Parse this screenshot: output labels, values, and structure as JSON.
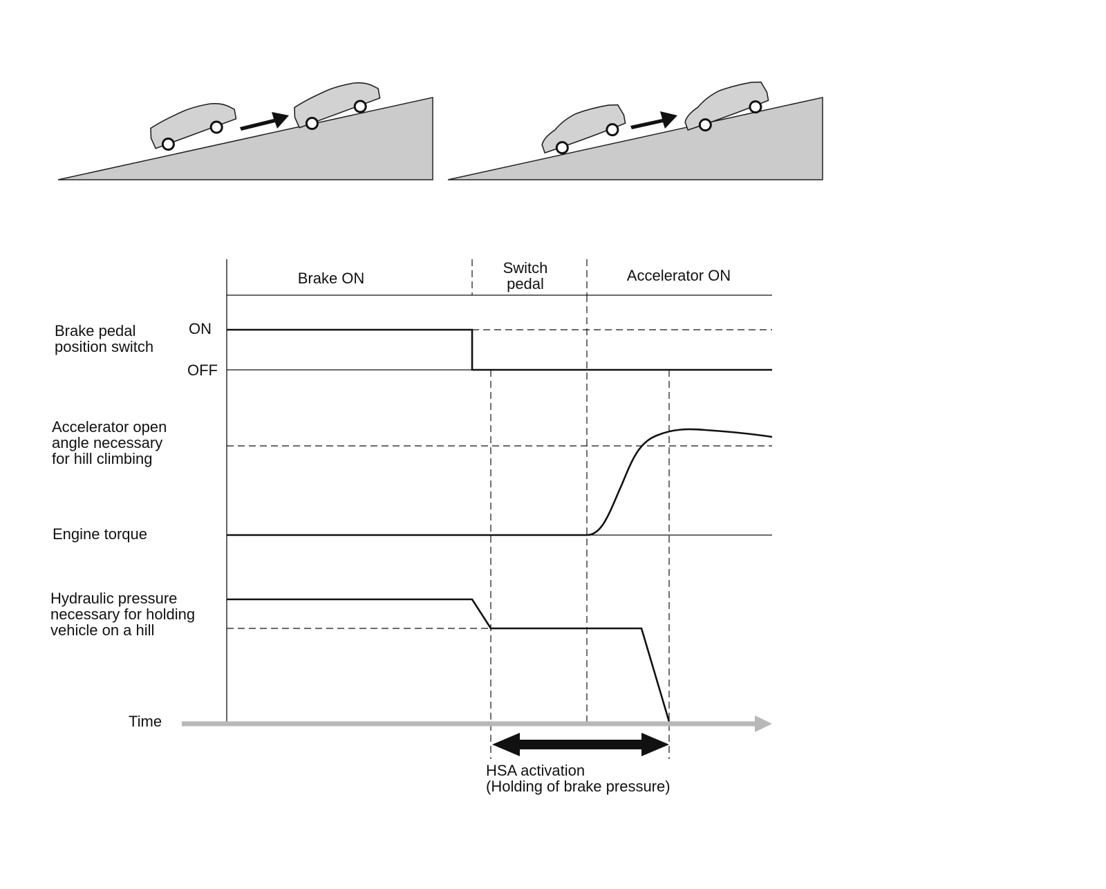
{
  "phases": {
    "brake_on": "Brake ON",
    "switch_pedal_line1": "Switch",
    "switch_pedal_line2": "pedal",
    "accelerator_on": "Accelerator ON"
  },
  "signals": {
    "brake_switch": {
      "line1": "Brake pedal",
      "line2": "position switch",
      "on_label": "ON",
      "off_label": "OFF"
    },
    "accel_angle": {
      "line1": "Accelerator open",
      "line2": "angle necessary",
      "line3": "for hill climbing"
    },
    "engine_torque": {
      "label": "Engine torque"
    },
    "hydraulic": {
      "line1": "Hydraulic pressure",
      "line2": "necessary for holding",
      "line3": "vehicle on a hill"
    }
  },
  "time_axis": {
    "label": "Time"
  },
  "hsa": {
    "line1": "HSA activation",
    "line2": "(Holding of brake pressure)"
  },
  "colors": {
    "slope": "#cbcbcb",
    "car": "#d2d2d2",
    "time_axis": "#b8b8b8",
    "ink": "#111111"
  },
  "icons": [
    "sedan-car-icon",
    "hatchback-car-icon",
    "arrow-right-icon",
    "double-arrow-icon"
  ]
}
